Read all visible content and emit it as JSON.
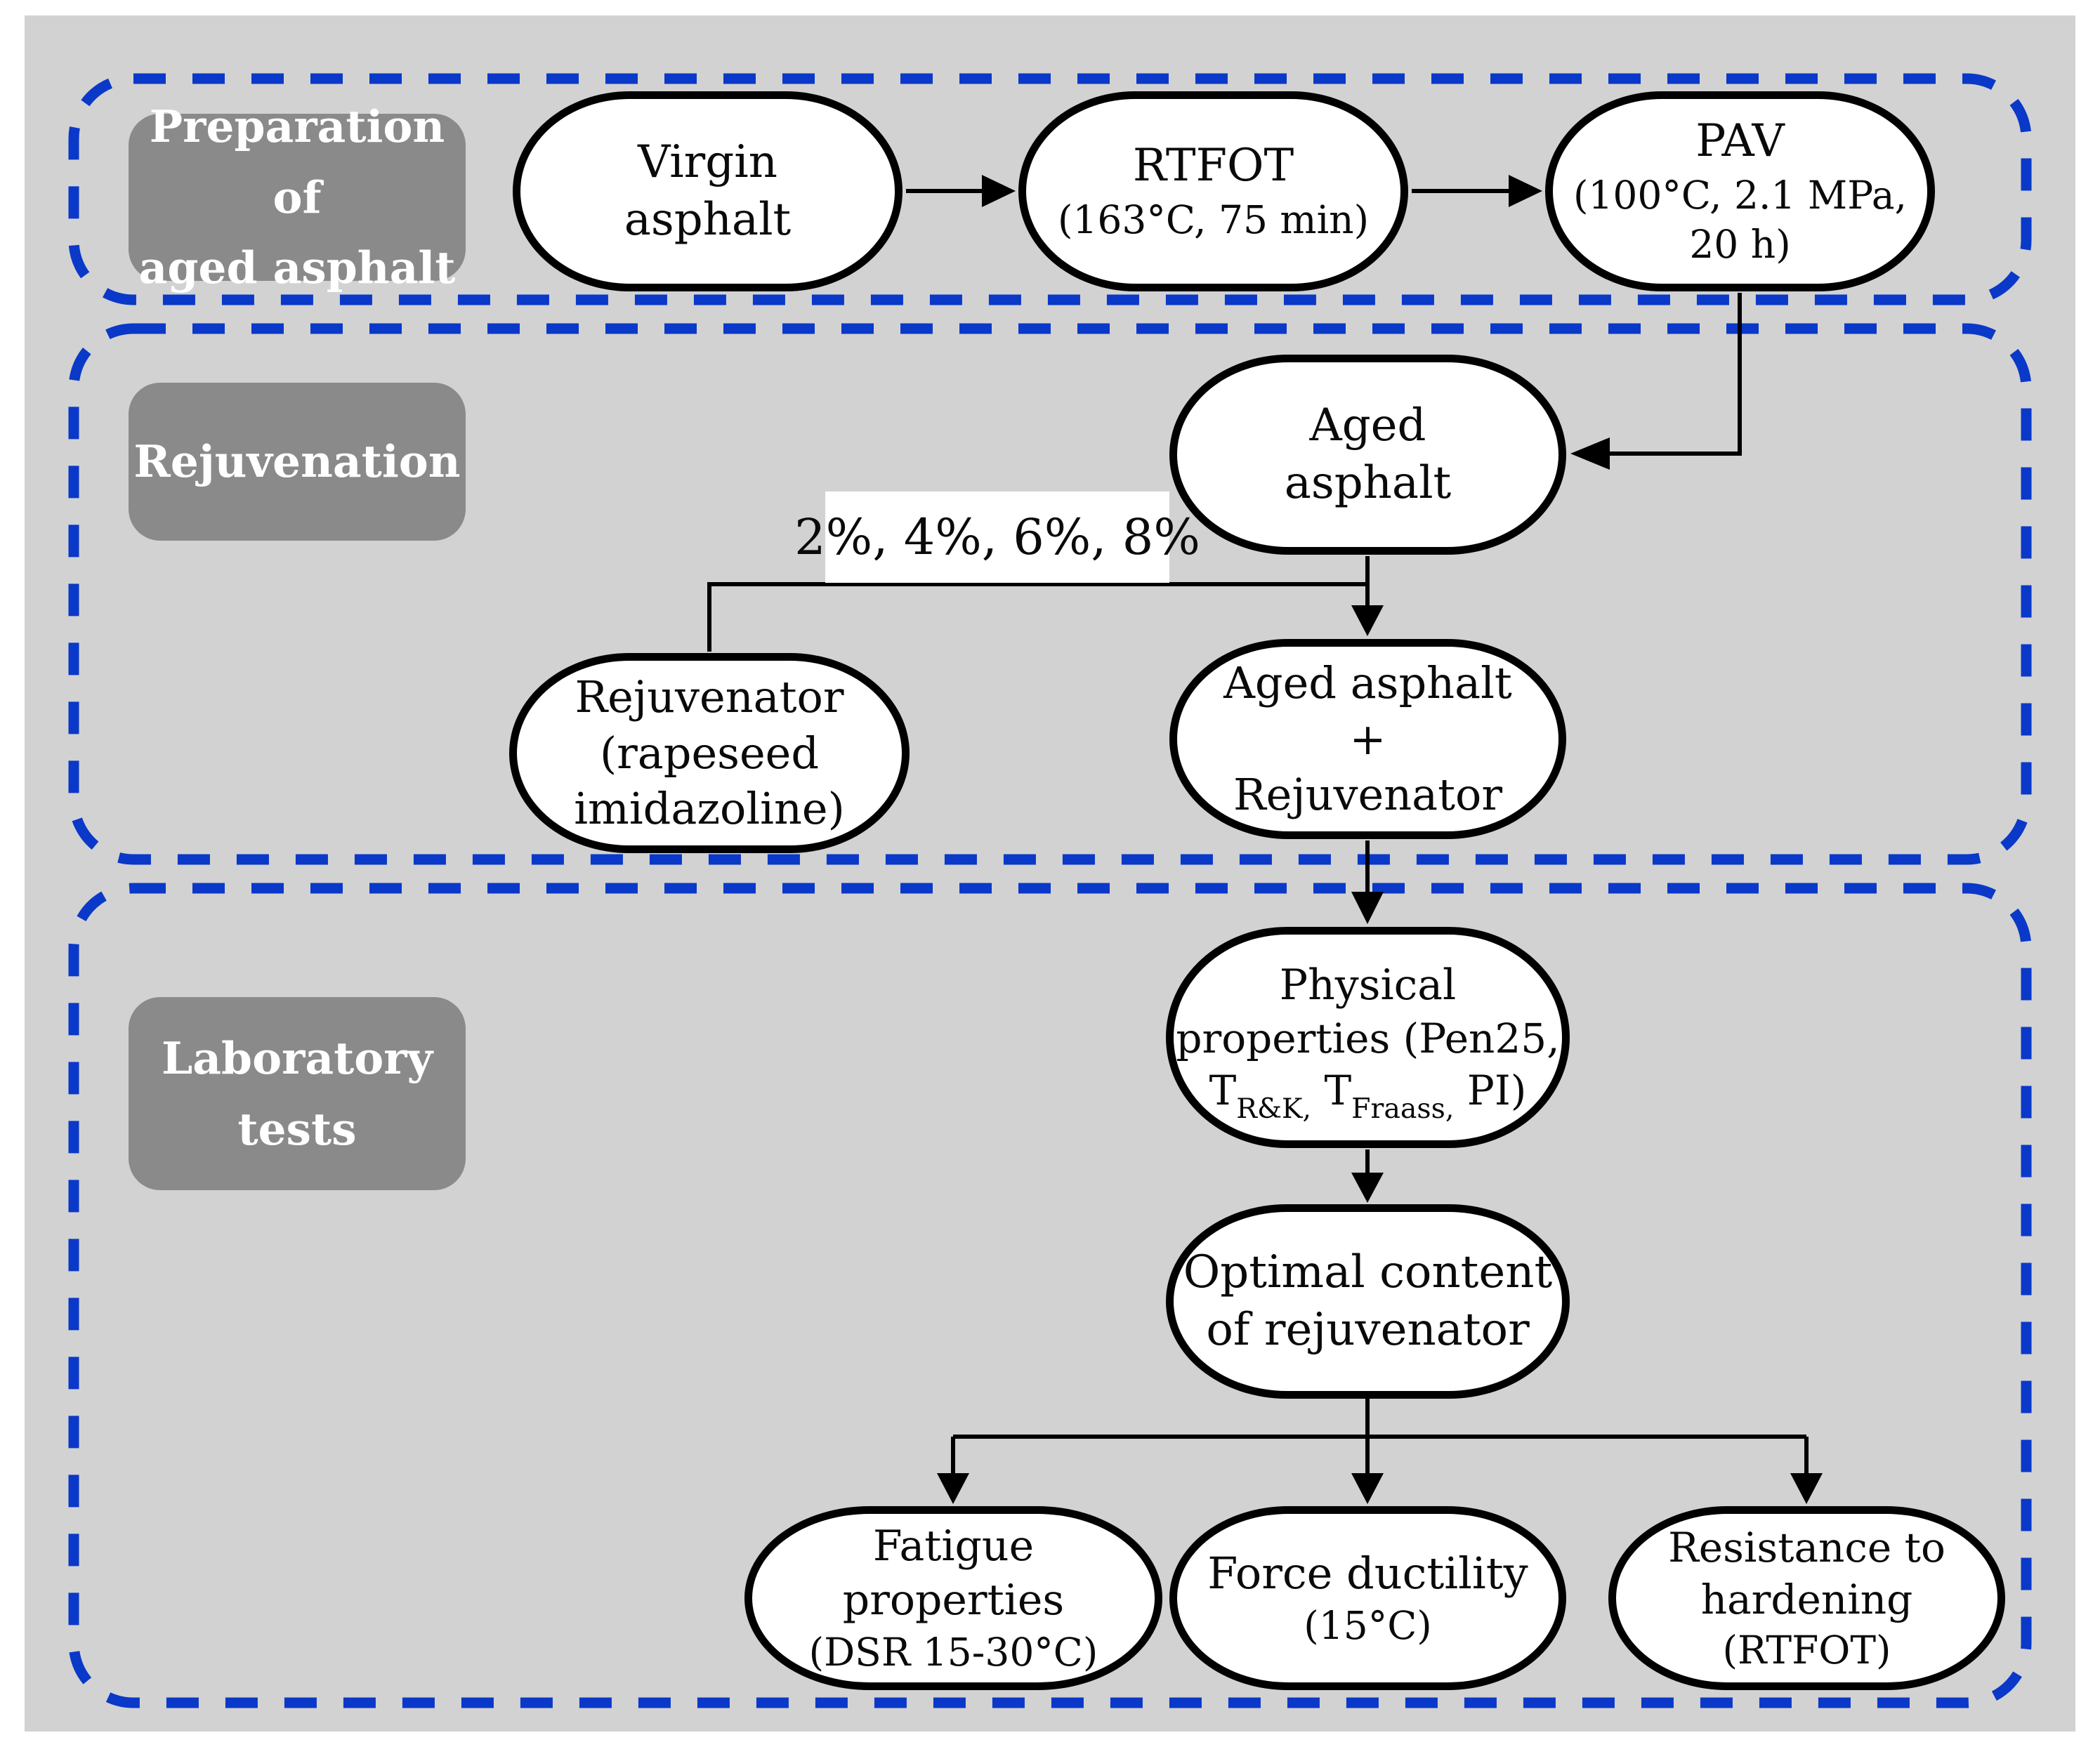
{
  "figure": {
    "type": "flowchart",
    "description": "Research methodology flowchart for rejuvenation of aged asphalt"
  },
  "colors": {
    "page_bg": "#ffffff",
    "panel_bg": "#d2d2d2",
    "section_border": "#0a38c8",
    "label_bg": "#8a8a8a",
    "label_text": "#ffffff",
    "node_fill": "#ffffff",
    "node_border": "#000000",
    "connector": "#000000",
    "dose_bg": "#ffffff"
  },
  "sections": {
    "preparation": {
      "label_line1": "Preparation of",
      "label_line2": "aged asphalt"
    },
    "rejuvenation": {
      "label": "Rejuvenation"
    },
    "laboratory": {
      "label_line1": "Laboratory",
      "label_line2": "tests"
    }
  },
  "nodes": {
    "virgin_asphalt": {
      "line1": "Virgin",
      "line2": "asphalt"
    },
    "rtfot": {
      "line1": "RTFOT",
      "line2": "(163°C, 75 min)"
    },
    "pav": {
      "line1": "PAV",
      "line2": "(100°C, 2.1 MPa,",
      "line3": "20 h)"
    },
    "aged_asphalt": {
      "line1": "Aged",
      "line2": "asphalt"
    },
    "rejuvenator": {
      "line1": "Rejuvenator",
      "line2": "(rapeseed",
      "line3": "imidazoline)"
    },
    "aged_plus_rejuvenator": {
      "line1": "Aged asphalt",
      "line2": "+",
      "line3": "Rejuvenator"
    },
    "physical_properties": {
      "line1": "Physical",
      "line2": "properties (Pen25,",
      "line3_t1": "T",
      "line3_sub1": "R&K,",
      "line3_mid": "  T",
      "line3_sub2": "Fraass,",
      "line3_end": " PI)"
    },
    "optimal_content": {
      "line1": "Optimal content",
      "line2": "of rejuvenator"
    },
    "fatigue": {
      "line1": "Fatigue",
      "line2": "properties",
      "line3": "(DSR 15-30°C)"
    },
    "force_ductility": {
      "line1": "Force ductility",
      "line2": "(15°C)"
    },
    "hardening": {
      "line1": "Resistance to",
      "line2": "hardening",
      "line3": "(RTFOT)"
    }
  },
  "annotations": {
    "dose_label": "2%, 4%, 6%, 8%"
  }
}
